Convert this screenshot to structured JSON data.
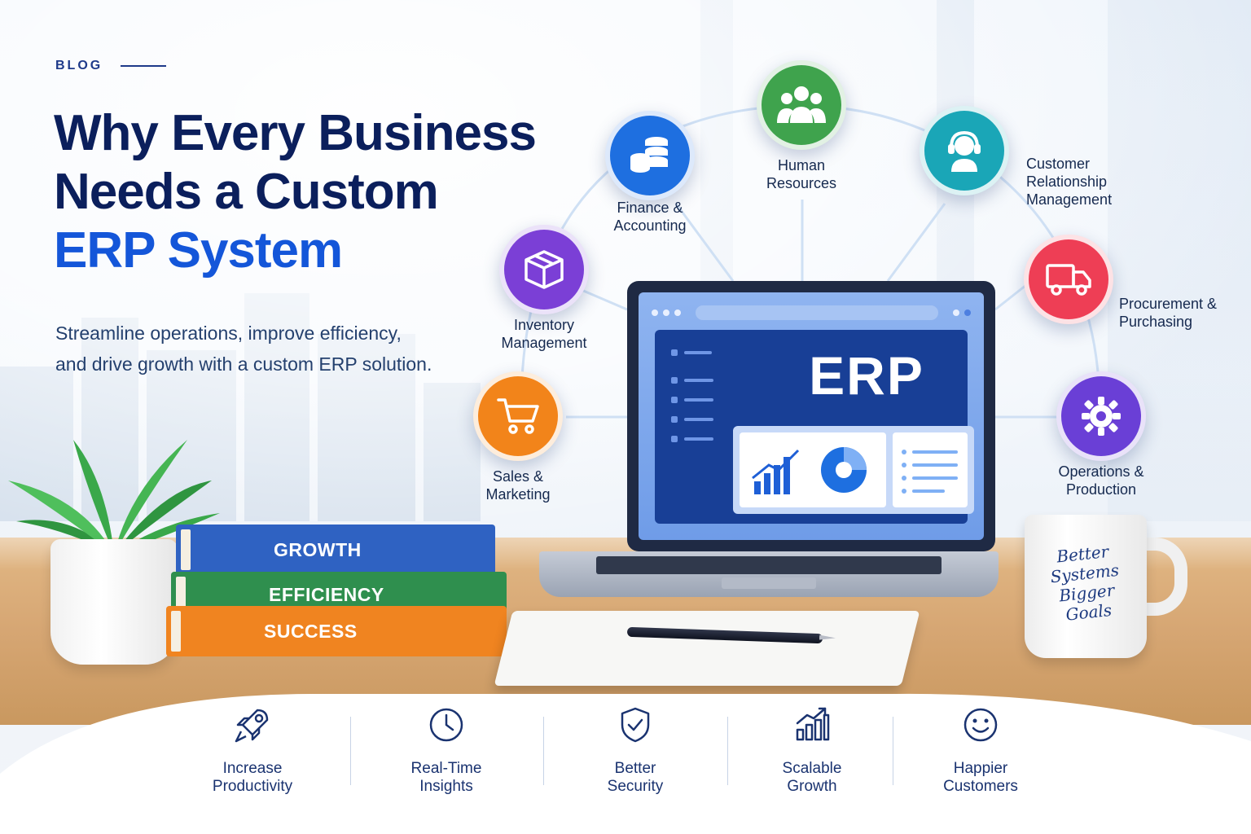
{
  "header": {
    "eyebrow": "BLOG",
    "title_line1": "Why Every Business",
    "title_line2": "Needs a Custom",
    "title_line3": "ERP System",
    "subtitle_line1": "Streamline operations, improve efficiency,",
    "subtitle_line2": "and drive growth with a custom ERP solution."
  },
  "modules": [
    {
      "line1": "Human",
      "line2": "Resources",
      "icon": "team-icon",
      "color": "#3fa34d"
    },
    {
      "line1": "Finance &",
      "line2": "Accounting",
      "icon": "coins-icon",
      "color": "#1e6fe0"
    },
    {
      "line1": "Customer",
      "line2": "Relationship",
      "line3": "Management",
      "icon": "headset-agent-icon",
      "color": "#1aa6b7"
    },
    {
      "line1": "Inventory",
      "line2": "Management",
      "icon": "box-icon",
      "color": "#7b3fd6"
    },
    {
      "line1": "Procurement &",
      "line2": "Purchasing",
      "icon": "truck-icon",
      "color": "#ee3e55"
    },
    {
      "line1": "Sales &",
      "line2": "Marketing",
      "icon": "cart-icon",
      "color": "#f2841a"
    },
    {
      "line1": "Operations &",
      "line2": "Production",
      "icon": "gear-icon",
      "color": "#6a3fd6"
    }
  ],
  "laptop": {
    "screen_title": "ERP"
  },
  "books": [
    {
      "label": "GROWTH",
      "color": "#2f62c2"
    },
    {
      "label": "EFFICIENCY",
      "color": "#2f8f4e"
    },
    {
      "label": "SUCCESS",
      "color": "#f08420"
    }
  ],
  "mug": {
    "line1": "Better",
    "line2": "Systems",
    "line3": "Bigger",
    "line4": "Goals"
  },
  "benefits": [
    {
      "line1": "Increase",
      "line2": "Productivity",
      "icon": "rocket-icon"
    },
    {
      "line1": "Real-Time",
      "line2": "Insights",
      "icon": "clock-icon"
    },
    {
      "line1": "Better",
      "line2": "Security",
      "icon": "shield-check-icon"
    },
    {
      "line1": "Scalable",
      "line2": "Growth",
      "icon": "growth-chart-icon"
    },
    {
      "line1": "Happier",
      "line2": "Customers",
      "icon": "smile-icon"
    }
  ],
  "colors": {
    "navy": "#0b1f5c",
    "accent_blue": "#1456d9"
  }
}
